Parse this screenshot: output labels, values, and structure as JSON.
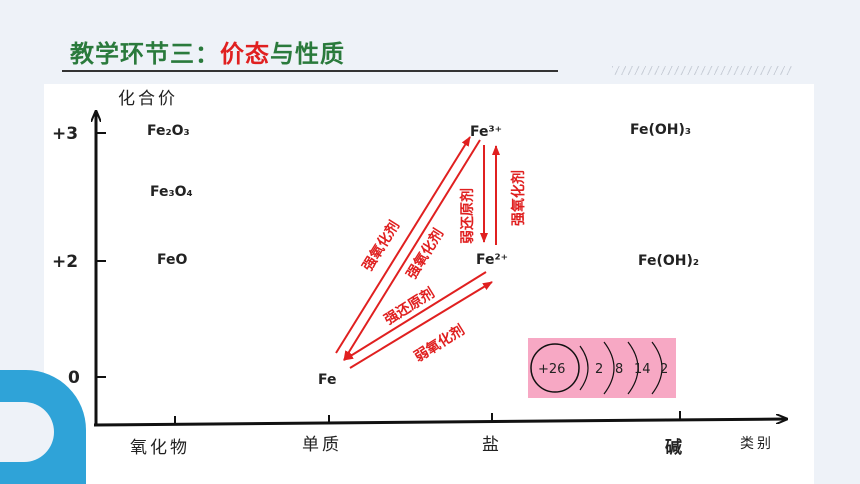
{
  "title": {
    "prefix": "教学环节三：",
    "highlight": "价态",
    "suffix": "与性质"
  },
  "axis": {
    "y_label": "化合价",
    "x_label": "类别",
    "y_ticks": [
      "+3",
      "+2",
      "0"
    ],
    "x_categories": [
      "氧化物",
      "单质",
      "盐",
      "碱"
    ]
  },
  "compounds": {
    "fe2o3": "Fe₂O₃",
    "fe3o4": "Fe₃O₄",
    "feo": "FeO",
    "fe3_ion": "Fe³⁺",
    "fe2_ion": "Fe²⁺",
    "fe": "Fe",
    "feoh3": "Fe(OH)₃",
    "feoh2": "Fe(OH)₂"
  },
  "transformations": {
    "fe_to_fe3": "强氧化剂",
    "fe_to_fe2": "强氧化剂",
    "fe3_to_fe2": "弱还原剂",
    "fe2_to_fe3": "强氧化剂",
    "fe2_to_fe": "强还原剂",
    "fe_to_fe2_weak": "弱氧化剂"
  },
  "atom": {
    "nucleus": "+26",
    "shells": [
      "2",
      "8",
      "14",
      "2"
    ]
  },
  "colors": {
    "title_green": "#2a7a3c",
    "highlight_red": "#e02020",
    "arrow_red": "#e02020",
    "atom_bg": "#f7a8c4"
  }
}
